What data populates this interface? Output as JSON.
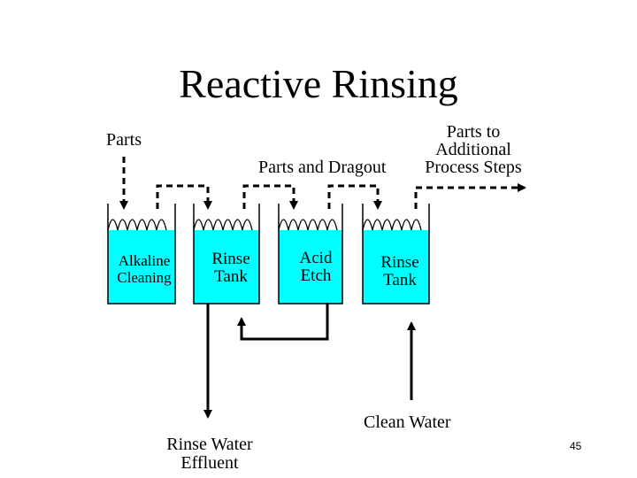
{
  "slide": {
    "title": "Reactive Rinsing",
    "page_number": "45"
  },
  "diagram": {
    "parts_label": "Parts",
    "parts_and_dragout_label": "Parts and Dragout",
    "parts_to_additional_line1": "Parts to",
    "parts_to_additional_line2": "Additional",
    "parts_to_additional_line3": "Process Steps",
    "clean_water_label": "Clean Water",
    "rinse_water_effluent_line1": "Rinse Water",
    "rinse_water_effluent_line2": "Effluent",
    "tanks": [
      {
        "line1": "Alkaline",
        "line2": "Cleaning"
      },
      {
        "line1": "Rinse",
        "line2": "Tank"
      },
      {
        "line1": "Acid",
        "line2": "Etch"
      },
      {
        "line1": "Rinse",
        "line2": "Tank"
      }
    ],
    "colors": {
      "liquid": "#00ffff",
      "line": "#000000"
    }
  }
}
